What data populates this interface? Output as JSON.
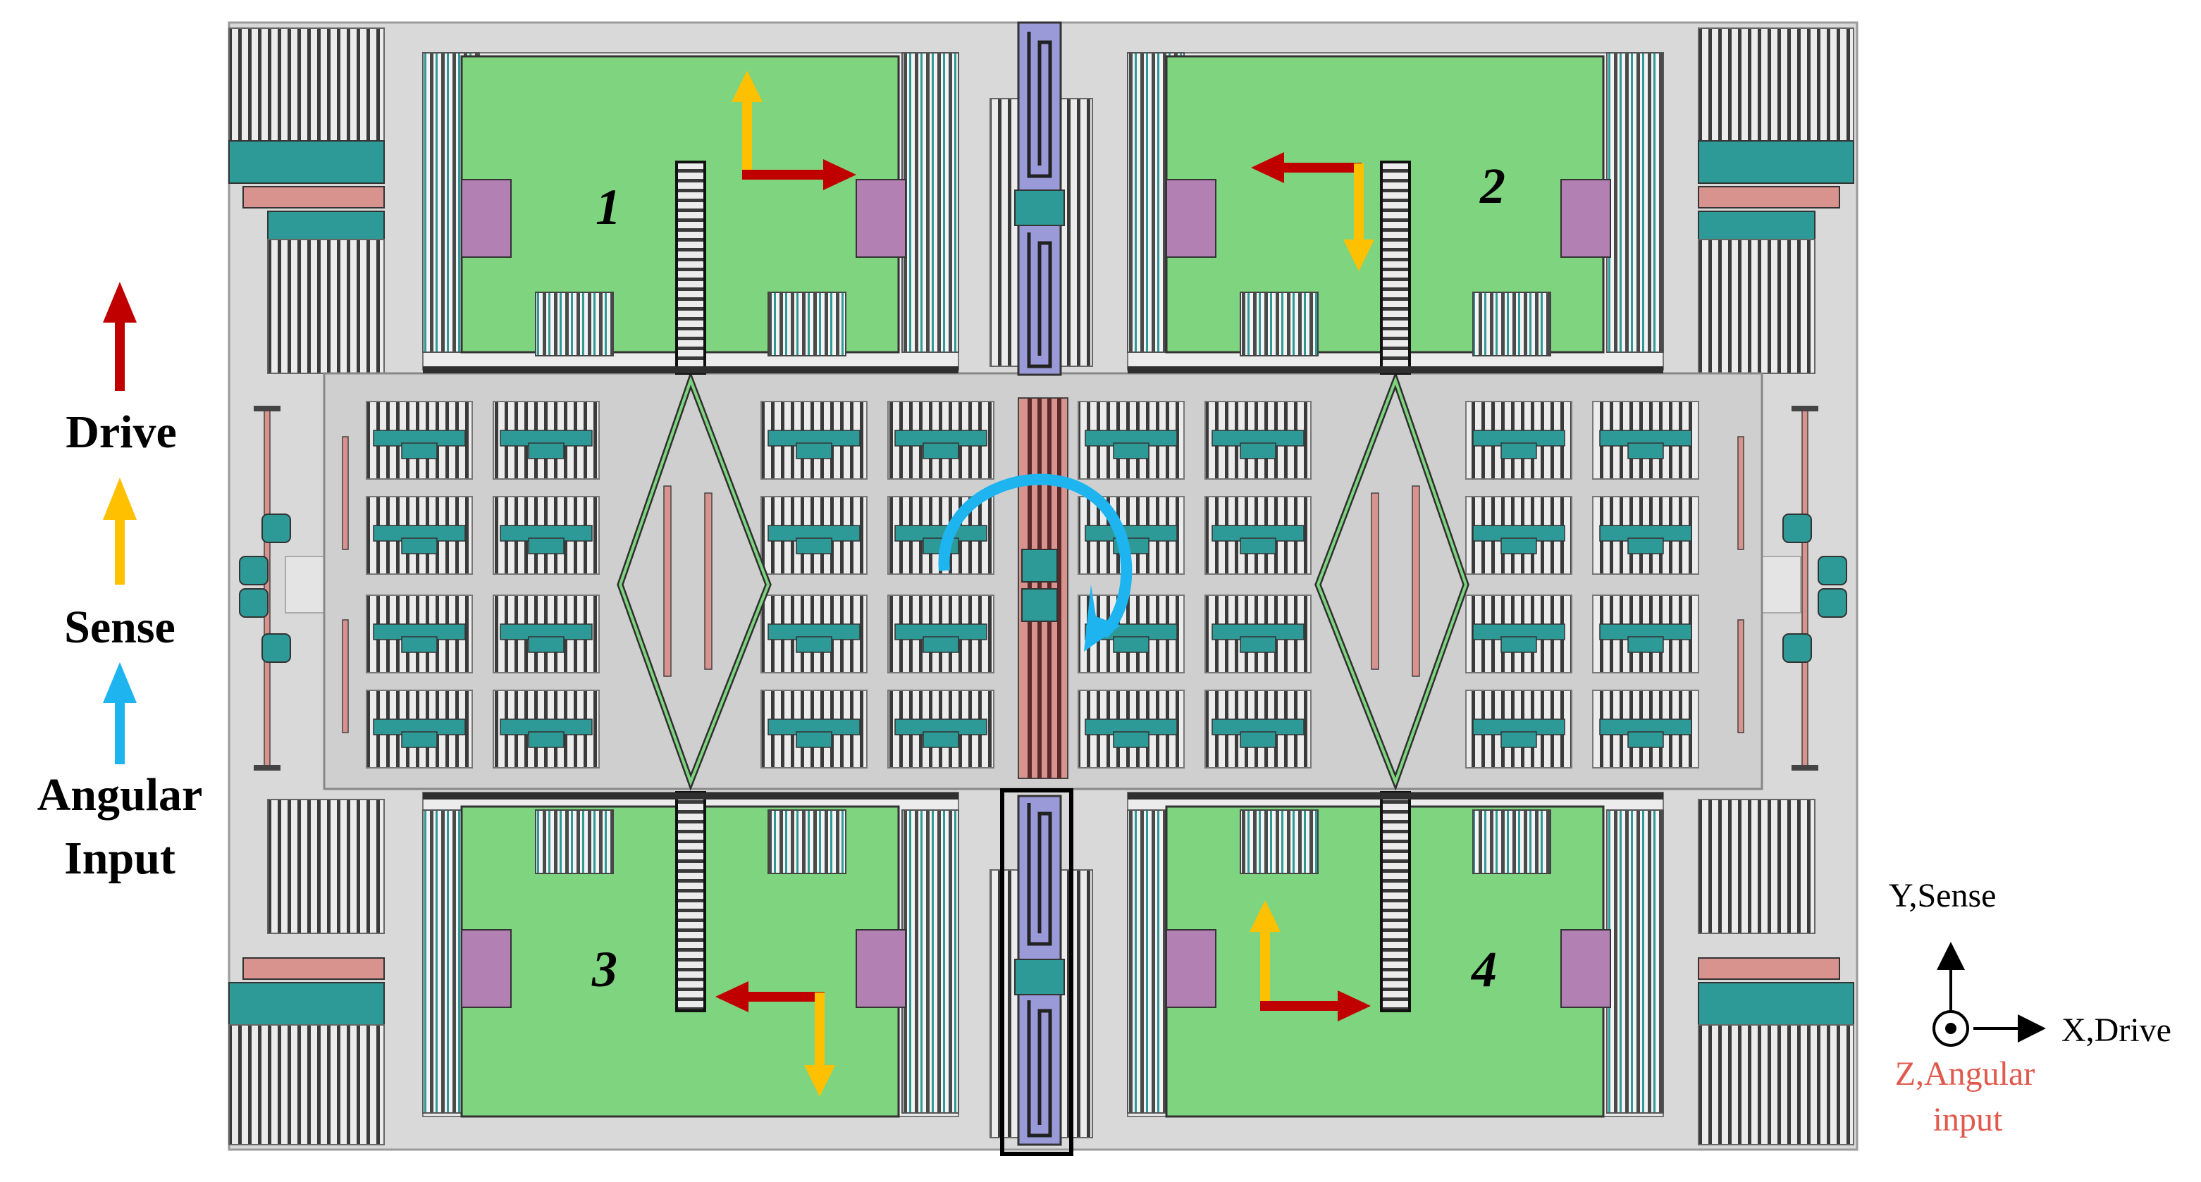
{
  "legend": {
    "drive_label": "Drive",
    "sense_label": "Sense",
    "angular_line1": "Angular",
    "angular_line2": "Input"
  },
  "masses": [
    {
      "label": "1"
    },
    {
      "label": "2"
    },
    {
      "label": "3"
    },
    {
      "label": "4"
    }
  ],
  "axes": {
    "y_label": "Y,Sense",
    "x_label": "X,Drive",
    "z_line1": "Z,Angular",
    "z_line2": "input"
  },
  "colors": {
    "drive_arrow": "#c00000",
    "sense_arrow": "#ffc000",
    "angular_arrow": "#1eb4f0",
    "proof_mass": "#7fd47f",
    "comb_teal": "#2e9a98",
    "frame_gray": "#d9d9d9",
    "spring_purple": "#b380b3",
    "spring_pink": "#d9938f",
    "coupler_blue": "#9a9ad8",
    "z_label": "#e05a4e"
  }
}
